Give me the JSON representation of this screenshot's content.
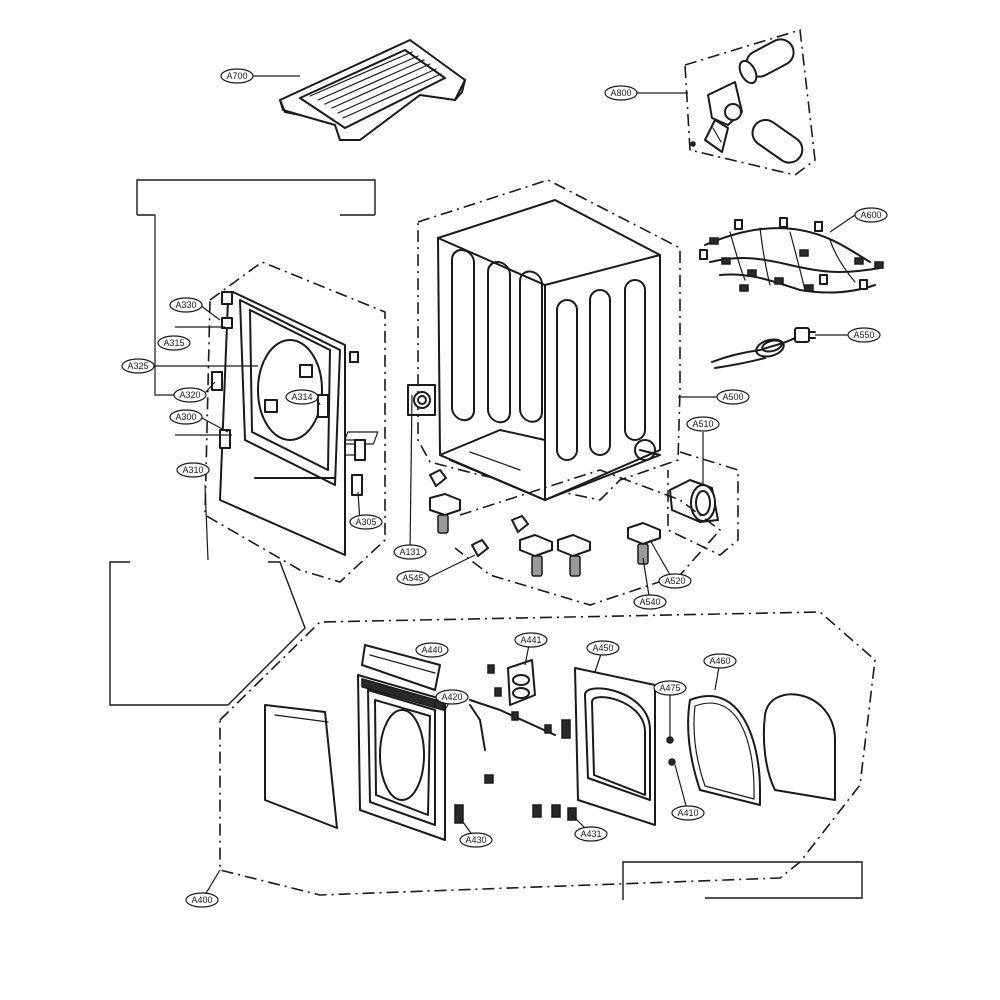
{
  "labels": {
    "A700": "A700",
    "A800": "A800",
    "A600": "A600",
    "A550": "A550",
    "A500": "A500",
    "A510": "A510",
    "A330": "A330",
    "A315": "A315",
    "A325": "A325",
    "A320": "A320",
    "A314": "A314",
    "A300": "A300",
    "A310": "A310",
    "A305": "A305",
    "A131": "A131",
    "A545": "A545",
    "A520": "A520",
    "A540": "A540",
    "A440": "A440",
    "A441": "A441",
    "A450": "A450",
    "A460": "A460",
    "A475": "A475",
    "A420": "A420",
    "A410": "A410",
    "A430": "A430",
    "A431": "A431",
    "A400": "A400"
  }
}
